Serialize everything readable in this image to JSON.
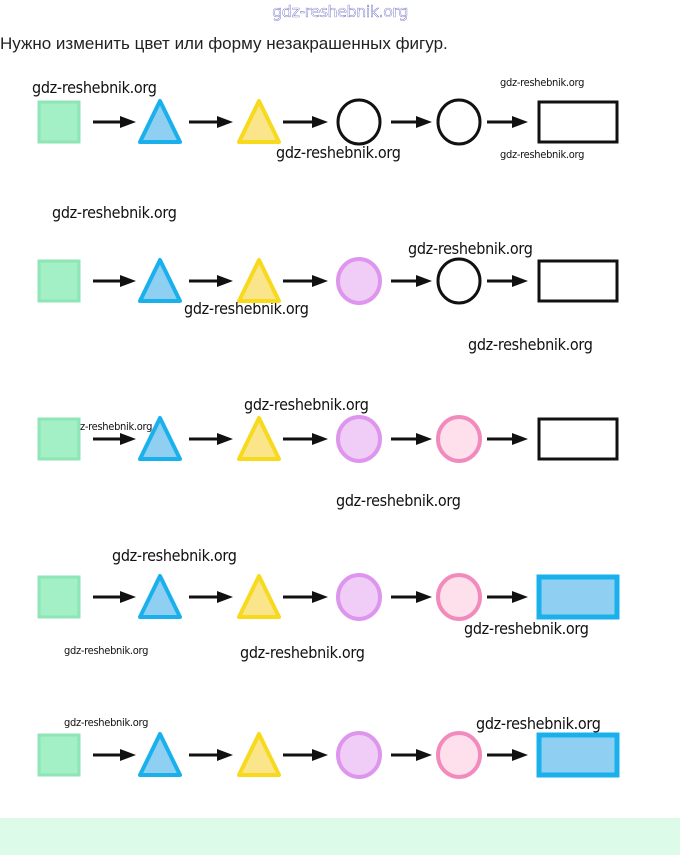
{
  "header": {
    "site_watermark": "gdz-reshebnik.org",
    "task_text": "Нужно изменить цвет или форму незакрашенных фигур."
  },
  "colors": {
    "green_fill": "#a3efc6",
    "green_stroke": "#8ee6b7",
    "blue_fill": "#8fd0f2",
    "blue_stroke": "#1ab0ec",
    "yellow_fill": "#fbe58a",
    "yellow_stroke": "#f7d91e",
    "violet_fill": "#f0cdf7",
    "violet_stroke": "#dd95ee",
    "pink_fill": "#fde0ec",
    "pink_stroke": "#f28bbd",
    "empty_fill": "#ffffff",
    "empty_stroke": "#111111",
    "arrow": "#111111",
    "footer_bg": "#dcfbe9"
  },
  "sequences": [
    {
      "shapes": [
        "green-square",
        "blue-triangle",
        "yellow-triangle",
        "empty-circle",
        "empty-circle",
        "empty-rectangle"
      ]
    },
    {
      "shapes": [
        "green-square",
        "blue-triangle",
        "yellow-triangle",
        "violet-circle",
        "empty-circle",
        "empty-rectangle"
      ]
    },
    {
      "shapes": [
        "green-square",
        "blue-triangle",
        "yellow-triangle",
        "violet-circle",
        "pink-circle",
        "empty-rectangle"
      ]
    },
    {
      "shapes": [
        "green-square",
        "blue-triangle",
        "yellow-triangle",
        "violet-circle",
        "pink-circle",
        "blue-rectangle"
      ]
    },
    {
      "shapes": [
        "green-square",
        "blue-triangle",
        "yellow-triangle",
        "violet-circle",
        "pink-circle",
        "blue-rectangle"
      ]
    }
  ],
  "watermarks": [
    "gdz-reshebnik.org",
    "gdz-reshebnik.org",
    "gdz-reshebnik.org",
    "gdz-reshebnik.org",
    "gdz-reshebnik.org",
    "gdz-reshebnik.org",
    "gdz-reshebnik.org",
    "gdz-reshebnik.org",
    "gdz-reshebnik.org",
    "gdz-reshebnik.org",
    "gdz-reshebnik.org",
    "gdz-reshebnik.org",
    "gdz-reshebnik.org",
    "gdz-reshebnik.org",
    "gdz-reshebnik.org",
    "gdz-reshebnik.org",
    "gdz-reshebnik.org"
  ]
}
